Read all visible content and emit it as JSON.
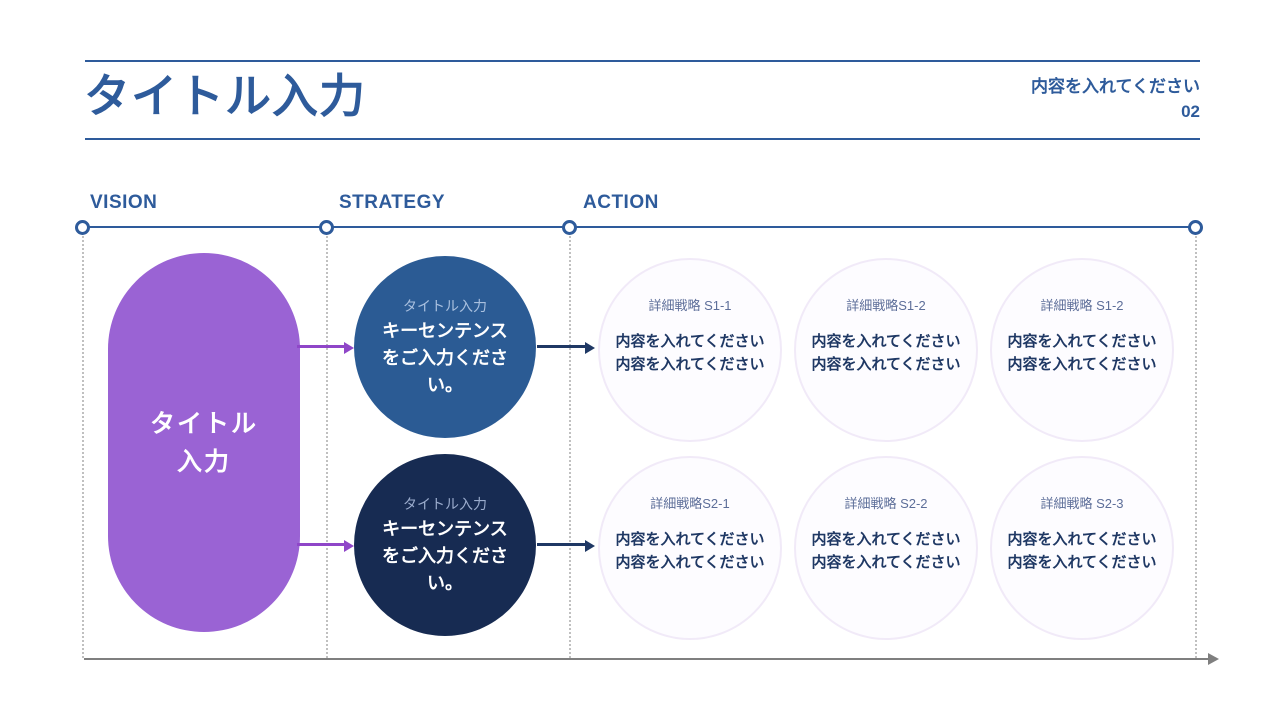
{
  "colors": {
    "accent_blue": "#2E5B9B",
    "text_navy": "#1F3864",
    "muted_label": "#5D6E99",
    "strategy_blue": "#2B5B94",
    "strategy_navy": "#172B52",
    "strategy_label_blue": "#A9C0DF",
    "strategy_label_navy": "#9BACCD",
    "vision_purple": "#9A63D4",
    "arrow_purple": "#8F46C8",
    "faint_border": "#F1EAF8",
    "faint_fill": "#FDFCFF",
    "baseline_gray": "#7F7F7F",
    "guide_gray": "#ABABAB"
  },
  "header": {
    "title": "タイトル入力",
    "note": "内容を入れてください",
    "page_number": "02"
  },
  "timeline": {
    "labels": [
      "VISION",
      "STRATEGY",
      "ACTION"
    ]
  },
  "vision": {
    "capsule_text": "タイトル\n入力"
  },
  "strategy": {
    "items": [
      {
        "label": "タイトル入力",
        "text": "キーセンテンスをご入力ください。"
      },
      {
        "label": "タイトル入力",
        "text": "キーセンテンスをご入力ください。"
      }
    ]
  },
  "action": {
    "rows": [
      {
        "items": [
          {
            "label": "詳細戦略 S1-1",
            "line1": "内容を入れてください",
            "line2": "内容を入れてください"
          },
          {
            "label": "詳細戦略S1-2",
            "line1": "内容を入れてください",
            "line2": "内容を入れてください"
          },
          {
            "label": "詳細戦略 S1-2",
            "line1": "内容を入れてください",
            "line2": "内容を入れてください"
          }
        ]
      },
      {
        "items": [
          {
            "label": "詳細戦略S2-1",
            "line1": "内容を入れてください",
            "line2": "内容を入れてください"
          },
          {
            "label": "詳細戦略 S2-2",
            "line1": "内容を入れてください",
            "line2": "内容を入れてください"
          },
          {
            "label": "詳細戦略 S2-3",
            "line1": "内容を入れてください",
            "line2": "内容を入れてください"
          }
        ]
      }
    ]
  }
}
